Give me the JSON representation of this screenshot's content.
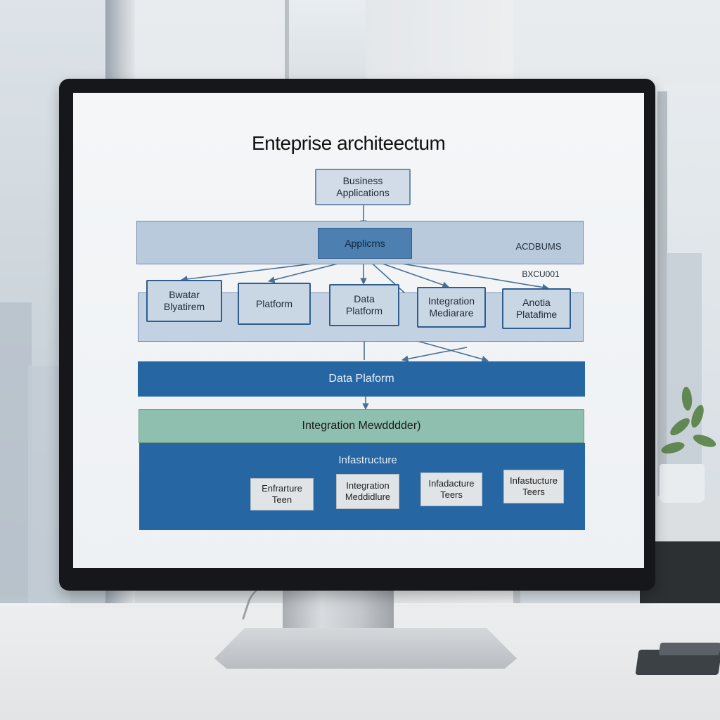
{
  "diagram": {
    "title": "Enteprise architeectum",
    "top_box": "Business Applications",
    "app_row": {
      "center": "Applicrns",
      "right_label": "ACDBUMS",
      "side_tag": "BXCU001"
    },
    "platform_row": [
      "Bwatar\nBlyatirem",
      "Platform",
      "Data\nPlatform",
      "Integration\nMediarare",
      "Anotia\nPlatafime"
    ],
    "data_band": "Data Plaform",
    "integration_band": "Integration Mewdddder)",
    "infra": {
      "title": "Infastructure",
      "tiles": [
        "Enfrarture\nTeen",
        "Integration\nMeddidlure",
        "Infadacture\nTeers",
        "Infastucture\nTeers"
      ]
    }
  },
  "colors": {
    "monitor_bezel": "#15171a",
    "screen_bg": "#f0f3f6",
    "band_navy": "#2566a3",
    "band_teal": "#8fbfae",
    "light_band": "#b9cadd",
    "box_fill": "#c9d6e4",
    "box_border": "#2f5d8f"
  }
}
